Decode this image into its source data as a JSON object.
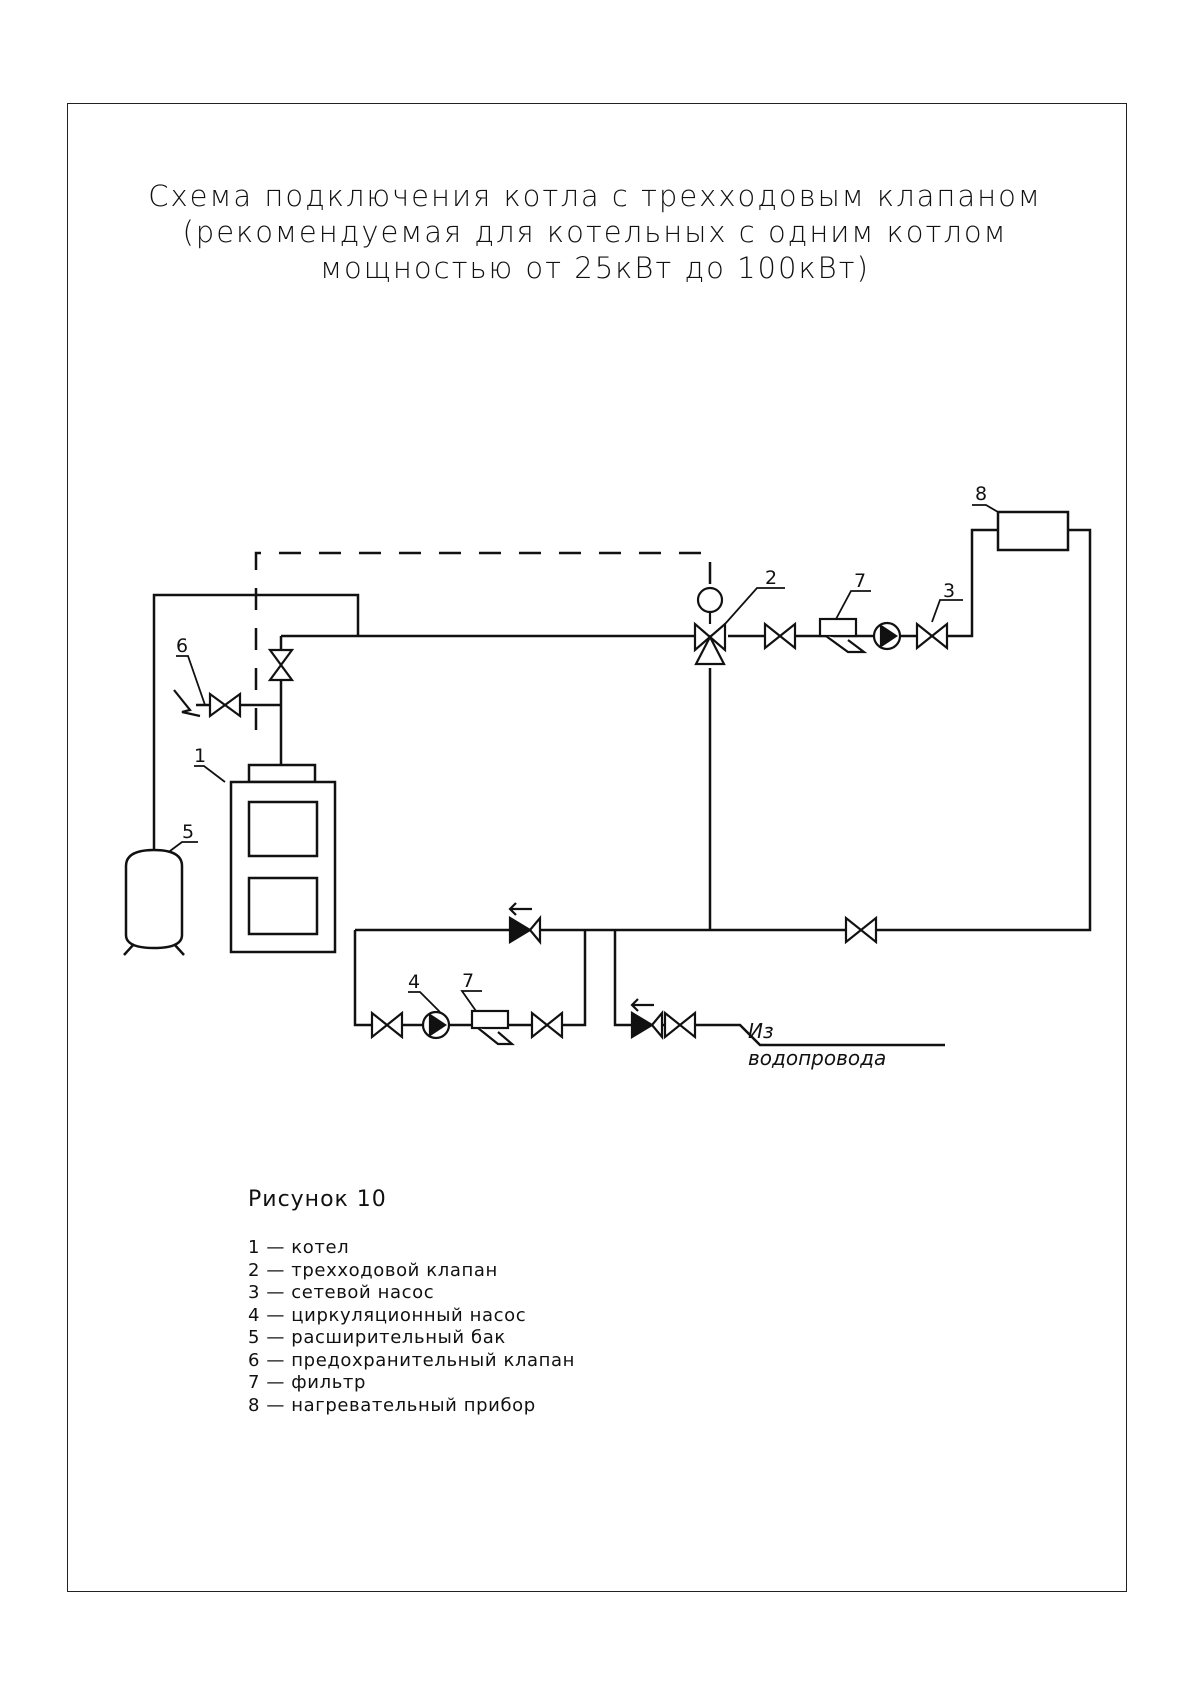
{
  "title": {
    "line1": "Схема подключения котла с трехходовым клапаном",
    "line2": "(рекомендуемая для котельных с одним котлом",
    "line3": "мощностью от 25кВт до 100кВт)"
  },
  "callouts": {
    "n1": "1",
    "n2": "2",
    "n3": "3",
    "n4": "4",
    "n5": "5",
    "n6": "6",
    "n7a": "7",
    "n7b": "7",
    "n8": "8"
  },
  "water_supply": {
    "line1": "Из",
    "line2": "водопровода"
  },
  "figure_caption": "Рисунок 10",
  "legend": [
    "1 — котел",
    "2 — трехходовой клапан",
    "3 — сетевой насос",
    "4 — циркуляционный насос",
    "5 — расширительный бак",
    "6 — предохранительный клапан",
    "7 — фильтр",
    "8 — нагревательный прибор"
  ]
}
